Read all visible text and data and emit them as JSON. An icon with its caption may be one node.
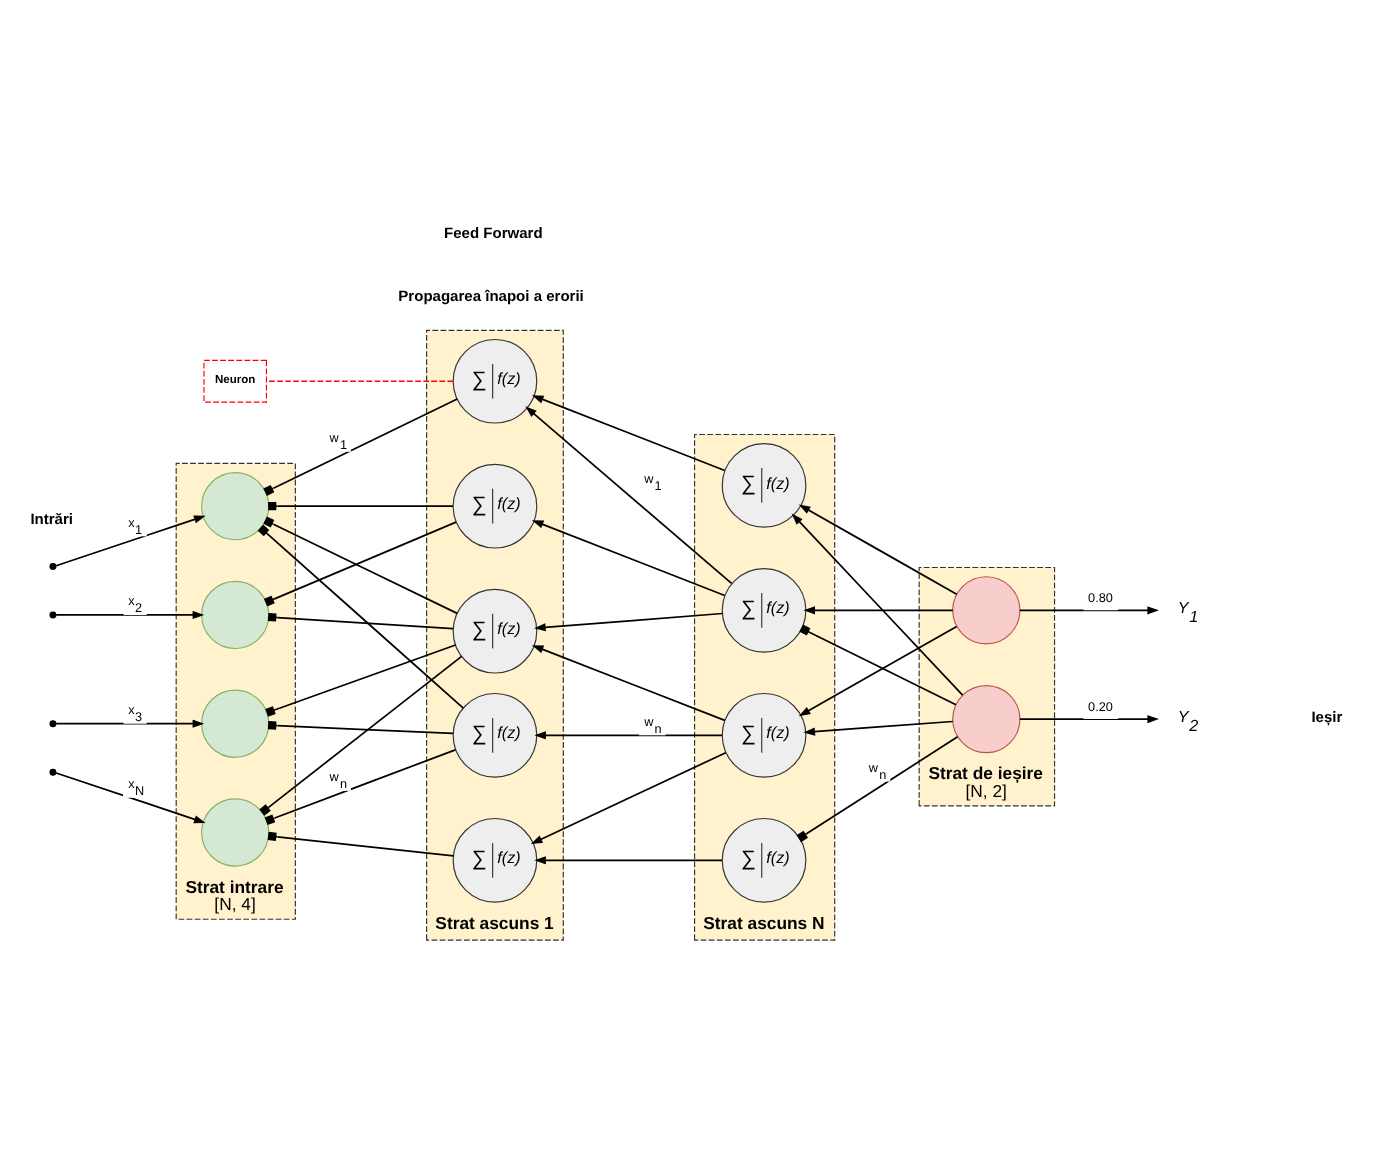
{
  "diagram": {
    "nodes": [
      {
        "text": [
          "Strat intrare",
          "[N, 4]"
        ]
      },
      {
        "text": [],
        "shape": "circle",
        "in": 0
      },
      {
        "text": [],
        "shape": "circle",
        "in": 0
      },
      {
        "text": [],
        "shape": "circle",
        "in": 0
      },
      {
        "text": [],
        "shape": "circle",
        "in": 0
      },
      {
        "text": [
          "Strat ascuns 1"
        ]
      },
      {
        "text": [
          "∑",
          "f(z)"
        ],
        "in": 5
      },
      {
        "text": [
          "∑",
          "f(z)"
        ],
        "in": 5
      },
      {
        "text": [
          "∑",
          "f(z)"
        ],
        "in": 5
      },
      {
        "text": [
          "∑",
          "f(z)"
        ],
        "in": 5
      },
      {
        "text": [
          "∑",
          "f(z)"
        ],
        "in": 5
      },
      {
        "text": [
          "Strat ascuns N"
        ]
      },
      {
        "text": [
          "∑",
          "f(z)"
        ],
        "in": 11
      },
      {
        "text": [
          "∑",
          "f(z)"
        ],
        "in": 11
      },
      {
        "text": [
          "∑",
          "f(z)"
        ],
        "in": 11
      },
      {
        "text": [
          "∑",
          "f(z)"
        ],
        "in": 11
      },
      {
        "text": [
          "Strat de ieșire",
          "[N, 2]"
        ]
      },
      {
        "text": [],
        "shape": "circle",
        "in": 16
      },
      {
        "text": [],
        "shape": "circle",
        "in": 16
      },
      {
        "text": [
          "Y$_{1}$"
        ]
      },
      {
        "text": [
          "Y$_{2}$"
        ]
      },
      {
        "text": [
          "Neuron"
        ]
      }
    ],
    "edges": [
      {
        "from": null,
        "to": 1,
        "arrow": "to",
        "label": "x$_{1}$"
      },
      {
        "from": null,
        "to": 2,
        "arrow": "to",
        "label": "x$_{2}$"
      },
      {
        "from": null,
        "to": 3,
        "arrow": "to",
        "label": "x$_{3}$"
      },
      {
        "from": null,
        "to": 4,
        "arrow": "to",
        "label": "x$_{N}$"
      },
      {
        "from": 1,
        "to": 6,
        "arrow": "other",
        "label": "w$_{1}$"
      },
      {
        "from": 1,
        "to": 7,
        "arrow": "other"
      },
      {
        "from": 1,
        "to": 8,
        "arrow": "other"
      },
      {
        "from": 1,
        "to": 10,
        "arrow": "other"
      },
      {
        "from": 2,
        "to": 7,
        "arrow": "other"
      },
      {
        "from": 2,
        "to": 8,
        "arrow": "other"
      },
      {
        "from": 3,
        "to": 8,
        "arrow": "other"
      },
      {
        "from": 3,
        "to": 10,
        "arrow": "other"
      },
      {
        "from": 4,
        "to": 8,
        "arrow": "other"
      },
      {
        "from": 4,
        "to": 9,
        "arrow": "other"
      },
      {
        "from": 4,
        "to": 10,
        "arrow": "other",
        "label": "w$_{n}$"
      },
      {
        "from": 12,
        "to": 6,
        "arrow": "to"
      },
      {
        "from": 13,
        "to": 6,
        "arrow": "to",
        "label": "w$_{1}$"
      },
      {
        "from": 13,
        "to": 7,
        "arrow": "to"
      },
      {
        "from": 13,
        "to": 8,
        "arrow": "to"
      },
      {
        "from": 14,
        "to": 8,
        "arrow": "to"
      },
      {
        "from": 14,
        "to": 9,
        "arrow": "to"
      },
      {
        "from": 15,
        "to": 9,
        "arrow": "to"
      },
      {
        "from": 14,
        "to": 10,
        "arrow": "to",
        "label": "w$_{n}$"
      },
      {
        "from": 17,
        "to": 12,
        "arrow": "to"
      },
      {
        "from": 18,
        "to": 12,
        "arrow": "to"
      },
      {
        "from": 17,
        "to": 13,
        "arrow": "to"
      },
      {
        "from": 13,
        "to": 18,
        "arrow": "other"
      },
      {
        "from": 17,
        "to": 14,
        "arrow": "to"
      },
      {
        "from": 18,
        "to": 14,
        "arrow": "to"
      },
      {
        "from": 15,
        "to": 18,
        "arrow": "other",
        "label": "w$_{n}$"
      },
      {
        "from": 17,
        "to": 19,
        "arrow": "to",
        "label": "0.80"
      },
      {
        "from": 18,
        "to": 20,
        "arrow": "to",
        "label": "0.20"
      },
      {
        "from": 21,
        "to": 6,
        "arrow": "none",
        "style": "dashed",
        "color": "#ff0000"
      }
    ],
    "labels": [
      "Feed Forward",
      "Intrări",
      "Ieșir",
      "Propagarea înapoi a erorii"
    ]
  }
}
